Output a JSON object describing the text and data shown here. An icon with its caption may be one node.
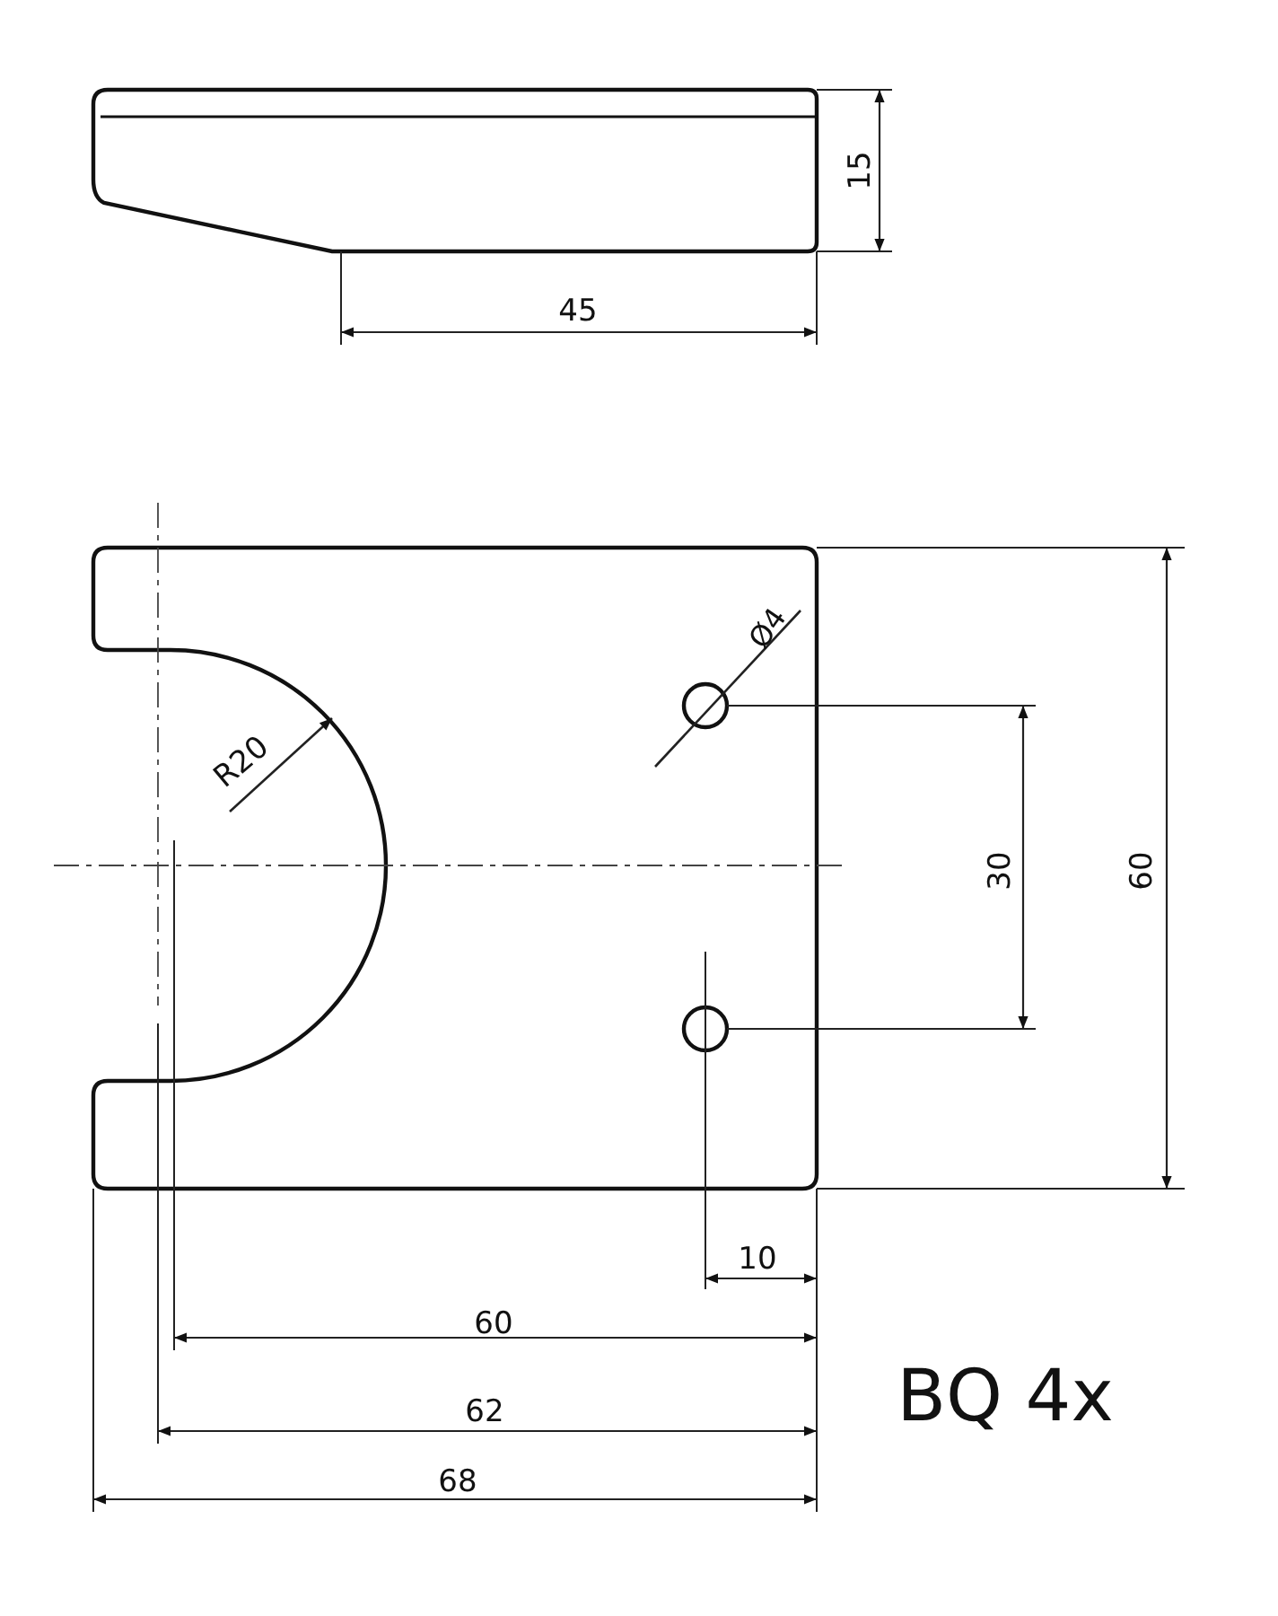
{
  "diagram": {
    "nodes": [
      {
        "text": [
          "Ø4"
        ]
      },
      {
        "text": [
          "R20"
        ]
      }
    ],
    "edges": [
      {
        "from": 0,
        "to": null,
        "arrow": "none"
      },
      {
        "from": 1,
        "to": null,
        "arrow": "to"
      }
    ],
    "labels": [
      "15",
      "45",
      "30",
      "60",
      "10",
      "60",
      "62",
      "68",
      "BQ 4x"
    ]
  }
}
